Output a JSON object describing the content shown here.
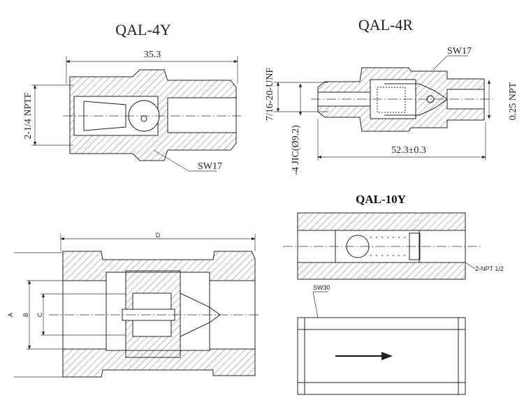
{
  "drawings": {
    "qal4y": {
      "title": "QAL-4Y",
      "length_dim": "35.3",
      "thread_dim": "2-1/4 NPTF",
      "wrench": "SW17"
    },
    "qal4r": {
      "title": "QAL-4R",
      "wrench": "SW17",
      "thread_in": "7/16-20-UNF",
      "jic": "-4 JIC(Ø9.2)",
      "thread_out": "0.25 NPT",
      "length_dim": "52.3±0.3"
    },
    "generic": {
      "dim_d": "D",
      "dim_a": "A",
      "dim_b": "B",
      "dim_c": "C"
    },
    "qal10y": {
      "title": "QAL-10Y",
      "thread": "2-NPT 1/2",
      "wrench": "SW30"
    }
  }
}
